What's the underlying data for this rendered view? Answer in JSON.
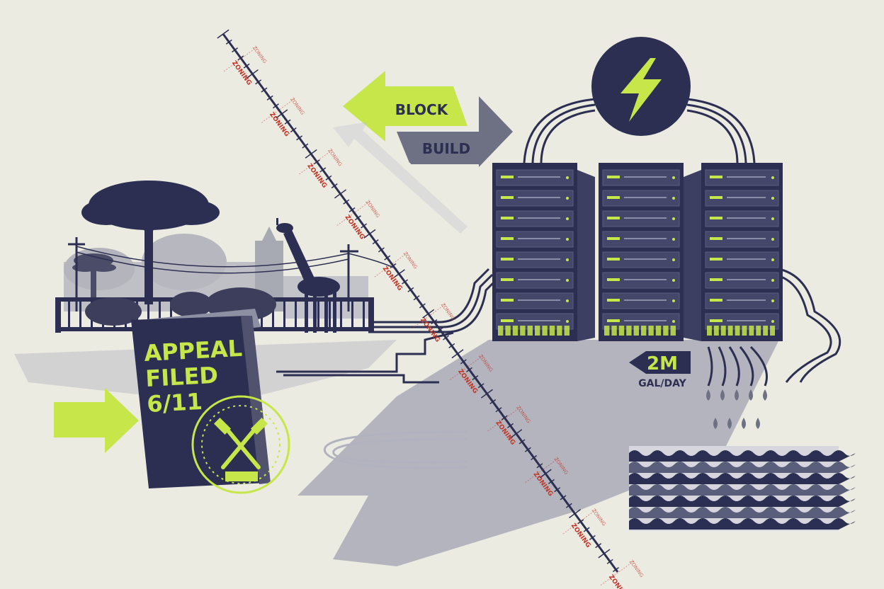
{
  "colors": {
    "background": "#ecebe2",
    "navy": "#2d2f52",
    "slate": "#6e7183",
    "lime": "#c6e64a",
    "zoning_red": "#c0392b",
    "water_light": "#9ea3b8",
    "shadow": "#a9abb8"
  },
  "arrows": {
    "block_label": "BLOCK",
    "build_label": "BUILD"
  },
  "zoning_line": {
    "label": "ZONING",
    "small_label": "ZONING"
  },
  "appeal_folder": {
    "line1": "APPEAL",
    "line2": "FILED",
    "line3": "6/11"
  },
  "water_usage": {
    "value": "2M",
    "unit": "GAL/DAY"
  },
  "icons": {
    "power": "lightning-bolt-icon",
    "seal": "crossed-gavels-seal-icon",
    "animal": "giraffe-icon",
    "tree": "acacia-tree-icon",
    "utility": "power-pole-icon"
  }
}
